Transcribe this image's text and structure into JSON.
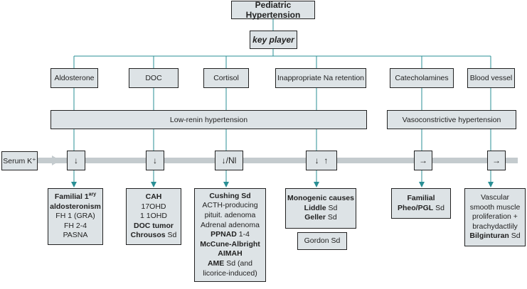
{
  "title": "Pediatric Hypertension",
  "key_label": "key player",
  "categories": [
    "Aldosterone",
    "DOC",
    "Cortisol",
    "Inappropriate Na retention",
    "Catecholamines",
    "Blood vessel"
  ],
  "bands": {
    "low_renin": "Low-renin hypertension",
    "vasoconstrictive": "Vasoconstrictive hypertension"
  },
  "serum_label": "Serum K⁺",
  "potassium_arrows": [
    "↓",
    "↓",
    "↓/Nl",
    "↓  ↑",
    "→",
    "→"
  ],
  "outcomes": {
    "aldosterone": {
      "line1_bold": "Familial 1",
      "line1_sup": "ary",
      "line2_bold": "aldosteronism",
      "line3": "FH 1 (GRA)",
      "line4": "FH 2-4",
      "line5": "PASNA"
    },
    "doc": {
      "line1_bold": "CAH",
      "line2": "17OHD",
      "line3": "1 1OHD",
      "line4_bold": "DOC tumor",
      "line5_bold": "Chrousos",
      "line5_rest": " Sd"
    },
    "cortisol": {
      "line1_bold": "Cushing Sd",
      "line2": "ACTH-producing",
      "line3": "pituit. adenoma",
      "line4": "Adrenal adenoma",
      "line5_bold": "PPNAD",
      "line5_rest": " 1-4",
      "line6_bold": "McCune-Albright",
      "line7_bold": "AIMAH",
      "line8_bold": "AME",
      "line8_rest": " Sd (and",
      "line9": "licorice-induced)"
    },
    "na": {
      "line1_bold": "Monogenic causes",
      "line2_bold": "Liddle",
      "line2_rest": " Sd",
      "line3_bold": "Geller",
      "line3_rest": " Sd",
      "gordon": "Gordon Sd"
    },
    "catecholamines": {
      "line1_bold": "Familial",
      "line2_bold": "Pheo/PGL",
      "line2_rest": " Sd"
    },
    "vessel": {
      "line1": "Vascular",
      "line2": "smooth muscle",
      "line3": "proliferation +",
      "line4": "brachydactlily",
      "line5_bold": "Bilginturan",
      "line5_rest": " Sd"
    }
  }
}
